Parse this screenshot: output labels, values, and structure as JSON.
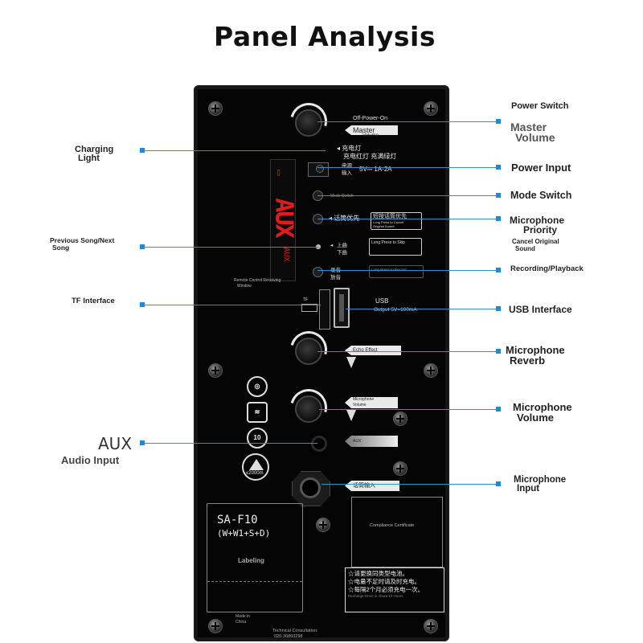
{
  "title": "Panel Analysis",
  "annotations": {
    "power_switch": "Power Switch",
    "master_volume": [
      "Master",
      "Volume"
    ],
    "power_input": "Power Input",
    "mode_switch": "Mode Switch",
    "microphone_priority": [
      "Microphone",
      "Priority"
    ],
    "cancel_original_sound": [
      "Cancel Original",
      "Sound"
    ],
    "recording_playback": "Recording/Playback",
    "usb_interface": "USB Interface",
    "microphone_reverb": [
      "Microphone",
      "Reverb"
    ],
    "microphone_volume": [
      "Microphone",
      "Volume"
    ],
    "microphone_input": [
      "Microphone",
      "Input"
    ],
    "charging_light": [
      "Charging",
      "Light"
    ],
    "previous_next_song": [
      "Previous Song/Next",
      "Song"
    ],
    "tf_interface": "TF Interface",
    "aux_audio_input": [
      "AUX",
      "Audio Input"
    ]
  },
  "panel": {
    "off_power_on": "Off-Power-On",
    "master_volume_tag": "Master",
    "volume_tag": "Volume",
    "charge_light_cn_1": "充电灯",
    "charge_light_cn_2": "充电红灯 充满绿灯",
    "power_cn": "电源",
    "input_cn": "输入",
    "power_spec": "5V⎓ 1A-2A",
    "mode_switch_tag": "Mode Switch",
    "speech_priority_cn": "话筒优先",
    "cancel_original_cn": "短按话筒优先",
    "long_press_cancel": "Long Press to Cancel",
    "original_sound": "Original Sound",
    "prev_cn": "上曲",
    "next_cn": "下曲",
    "long_press_skip": "Long Press to Skip",
    "record_cn": "录音",
    "playback_cn": "放音",
    "long_press_record": "Long Press to Record",
    "display_text": "AUX",
    "display_mode": "AUX",
    "remote_window": "Remote Control Receiving",
    "remote_window_2": "Window",
    "tf_label": "TF",
    "usb_label": "USB",
    "usb_output": "Output 5V=100mA",
    "echo_effect": "Echo Effect",
    "microphone_volume_tag_1": "Microphone",
    "microphone_volume_tag_2": "Volume",
    "aux_tag": "AUX",
    "mic_input_cn": "话筒输入",
    "cert_10": "10",
    "altitude": "≤2000m",
    "model": "SA-F10",
    "model_variant": "(W+W1+S+D)",
    "labeling": "Labeling",
    "made_in_1": "Made in",
    "made_in_2": "China",
    "compliance": "Compliance Certificate",
    "warn_1": "☆请更换同类型电池。",
    "warn_2": "☆电量不足时请及时充电。",
    "warn_3": "☆每隔2个月必须充电一次。",
    "warn_4": "Recharge Once in About 10 Hours",
    "tech_consult": "Technical Consultation:",
    "tech_phone": "020-36860298"
  },
  "colors": {
    "leader_line": "#2b8fd6",
    "leader_dot": "#1a8be0",
    "display_red": "#e31b1b",
    "panel_bg": "#050505"
  }
}
